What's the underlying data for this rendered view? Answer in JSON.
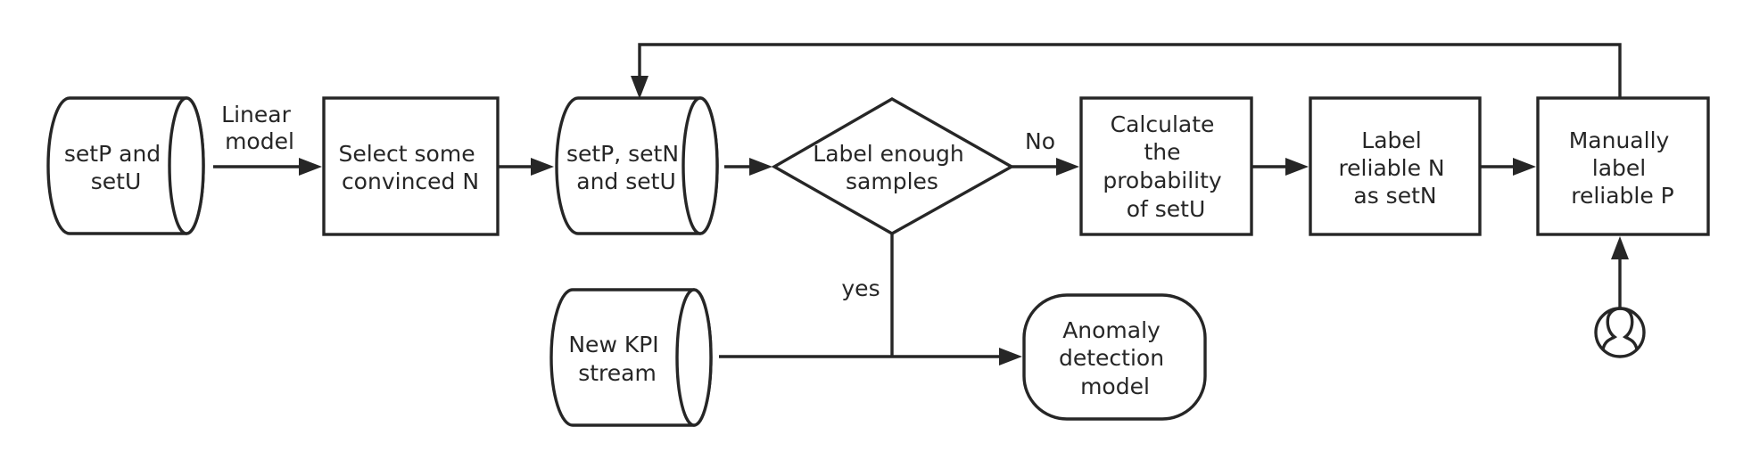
{
  "diagram": {
    "nodes": {
      "setp_setu": {
        "lines": [
          "setP and",
          "setU"
        ]
      },
      "select_n": {
        "lines": [
          "Select some",
          "convinced N"
        ]
      },
      "setp_setn_setu": {
        "lines": [
          "setP, setN",
          "and setU"
        ]
      },
      "label_enough": {
        "lines": [
          "Label enough",
          "samples"
        ]
      },
      "calc_prob": {
        "lines": [
          "Calculate",
          "the",
          "probability",
          "of setU"
        ]
      },
      "label_reliable_n": {
        "lines": [
          "Label",
          "reliable N",
          "as setN"
        ]
      },
      "manually_label": {
        "lines": [
          "Manually",
          "label",
          "reliable P"
        ]
      },
      "new_kpi": {
        "lines": [
          "New KPI",
          "stream"
        ]
      },
      "anomaly_model": {
        "lines": [
          "Anomaly",
          "detection",
          "model"
        ]
      }
    },
    "edge_labels": {
      "linear_model": [
        "Linear",
        "model"
      ],
      "no": "No",
      "yes": "yes"
    },
    "icons": {
      "user": "user-icon"
    },
    "colors": {
      "stroke": "#262626",
      "fill": "#ffffff",
      "text": "#262626"
    }
  }
}
